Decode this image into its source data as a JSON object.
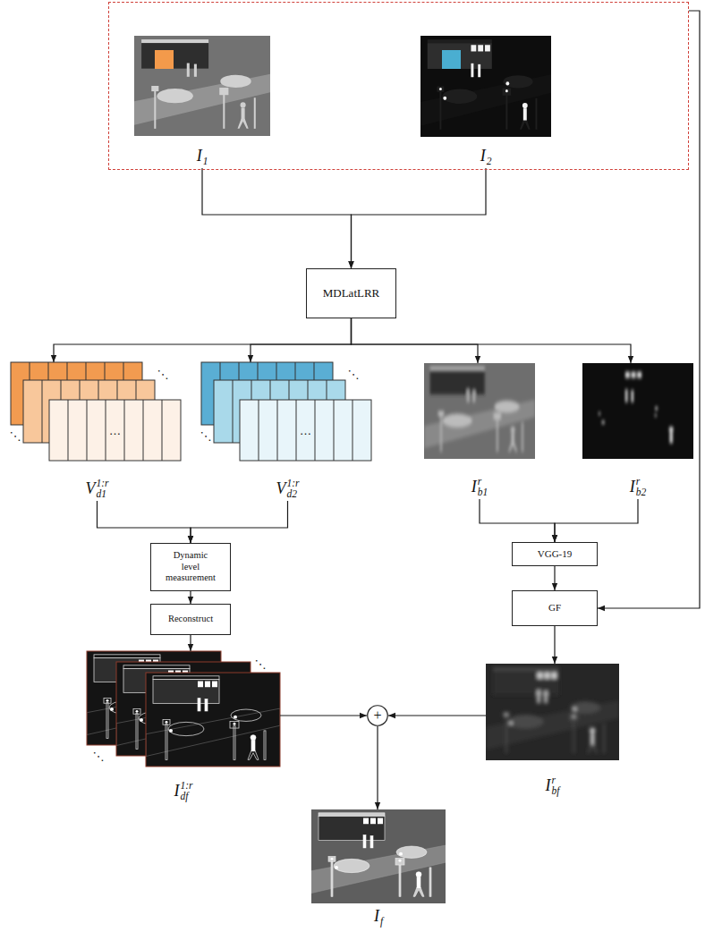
{
  "diagram": {
    "nodes": [
      {
        "text": []
      },
      {
        "text": [
          "I",
          "1"
        ],
        "in": 0
      },
      {
        "text": [
          "I",
          "2"
        ],
        "in": 0
      },
      {
        "text": [
          "MDLatLRR"
        ]
      },
      {
        "text": [
          "V",
          "d1",
          "1:r"
        ]
      },
      {
        "text": [
          "V",
          "d2",
          "1:r"
        ]
      },
      {
        "text": [
          "I",
          "b1",
          "r"
        ]
      },
      {
        "text": [
          "I",
          "b2",
          "r"
        ]
      },
      {
        "text": [
          "Dynamic level measurement"
        ]
      },
      {
        "text": [
          "Reconstruct"
        ]
      },
      {
        "text": [
          "VGG-19"
        ]
      },
      {
        "text": [
          "GF"
        ]
      },
      {
        "text": [
          "I",
          "df",
          "1:r"
        ]
      },
      {
        "text": [
          "I",
          "bf",
          "r"
        ]
      },
      {
        "text": [
          "+"
        ]
      },
      {
        "text": [
          "I",
          "f"
        ]
      }
    ],
    "edges": [
      {
        "from": 1,
        "to": 3,
        "arrow": "to"
      },
      {
        "from": 2,
        "to": 3,
        "arrow": "to"
      },
      {
        "from": 0,
        "to": 11,
        "arrow": "to"
      },
      {
        "from": 3,
        "to": 4,
        "arrow": "to"
      },
      {
        "from": 3,
        "to": 5,
        "arrow": "to"
      },
      {
        "from": 3,
        "to": 6,
        "arrow": "to"
      },
      {
        "from": 3,
        "to": 7,
        "arrow": "to"
      },
      {
        "from": 4,
        "to": 8,
        "arrow": "to"
      },
      {
        "from": 5,
        "to": 8,
        "arrow": "to"
      },
      {
        "from": 8,
        "to": 9,
        "arrow": "to"
      },
      {
        "from": 9,
        "to": 12,
        "arrow": "to"
      },
      {
        "from": 6,
        "to": 10,
        "arrow": "to"
      },
      {
        "from": 7,
        "to": 10,
        "arrow": "to"
      },
      {
        "from": 10,
        "to": 11,
        "arrow": "to"
      },
      {
        "from": 11,
        "to": 13,
        "arrow": "to"
      },
      {
        "from": 12,
        "to": 14,
        "arrow": "to"
      },
      {
        "from": 13,
        "to": 14,
        "arrow": "to"
      },
      {
        "from": 14,
        "to": 15,
        "arrow": "to"
      }
    ],
    "labels": [
      "⋱",
      "⋱",
      "…",
      "⋱",
      "⋱",
      "…",
      "⋱",
      "⋱"
    ]
  }
}
